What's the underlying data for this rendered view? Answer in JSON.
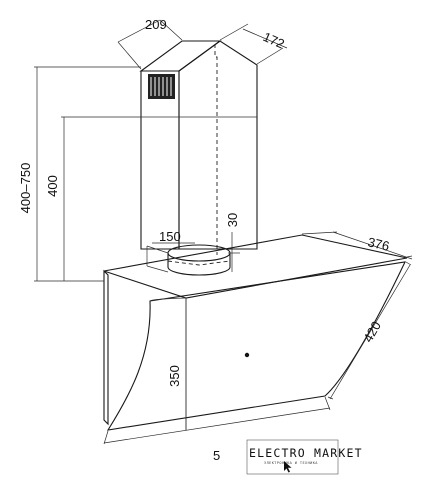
{
  "dimensions": {
    "chimney_width": "209",
    "chimney_depth": "172",
    "chimney_height_range": "400–750",
    "chimney_height_min": "400",
    "outlet_height": "30",
    "outlet_diameter": "150",
    "body_depth": "376",
    "glass_length": "420",
    "body_height": "350",
    "glass_thickness": "5"
  },
  "watermark": {
    "brand": "ELECTRO MARKET",
    "tagline": "ЭЛЕКТРОНИКА И ТЕХНИКА"
  },
  "colors": {
    "line": "#1a1a1a",
    "background": "#ffffff"
  },
  "icons": {
    "cursor": "cursor-arrow-icon"
  }
}
